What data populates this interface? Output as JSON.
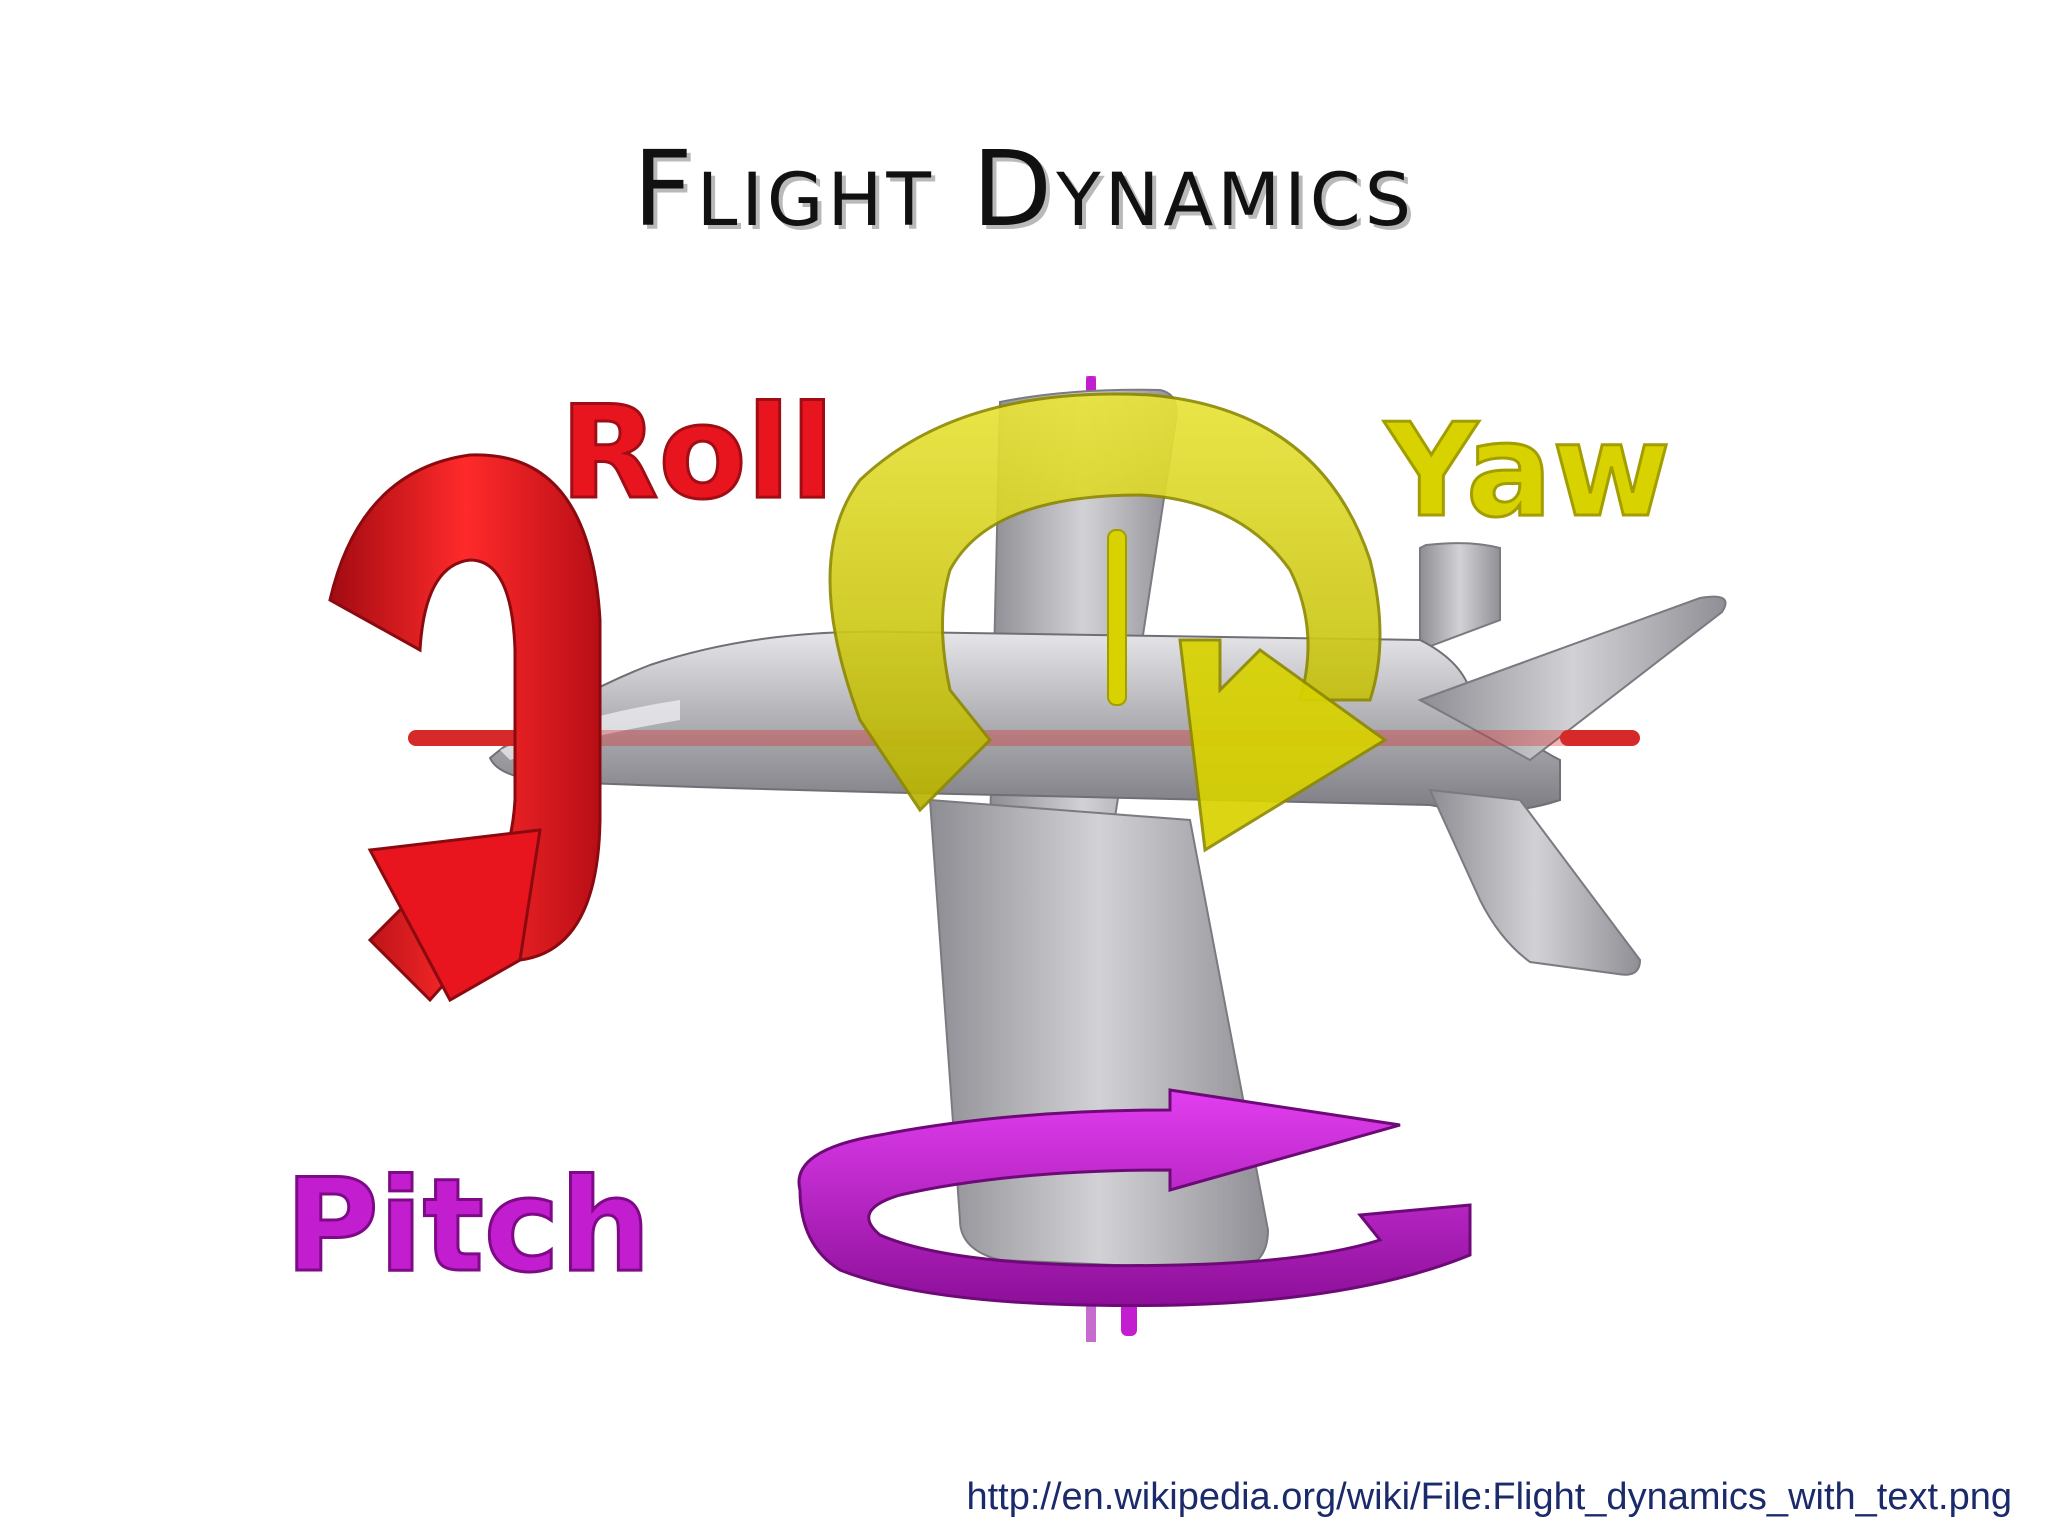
{
  "slide": {
    "title": "Flight Dynamics",
    "source_url": "http://en.wikipedia.org/wiki/File:Flight_dynamics_with_text.png"
  },
  "diagram": {
    "labels": {
      "roll": "Roll",
      "yaw": "Yaw",
      "pitch": "Pitch"
    },
    "colors": {
      "roll": "#e8141e",
      "yaw": "#d8d200",
      "pitch": "#c21ecf",
      "aircraft": "#a9a9ae",
      "title": "#111111",
      "link": "#1b2a6b"
    },
    "icons": {
      "roll_arrow": "curved-arrow-roll-icon",
      "yaw_arrow": "curved-arrow-yaw-icon",
      "pitch_arrow": "curved-arrow-pitch-icon",
      "aircraft": "aircraft-model-icon"
    }
  }
}
